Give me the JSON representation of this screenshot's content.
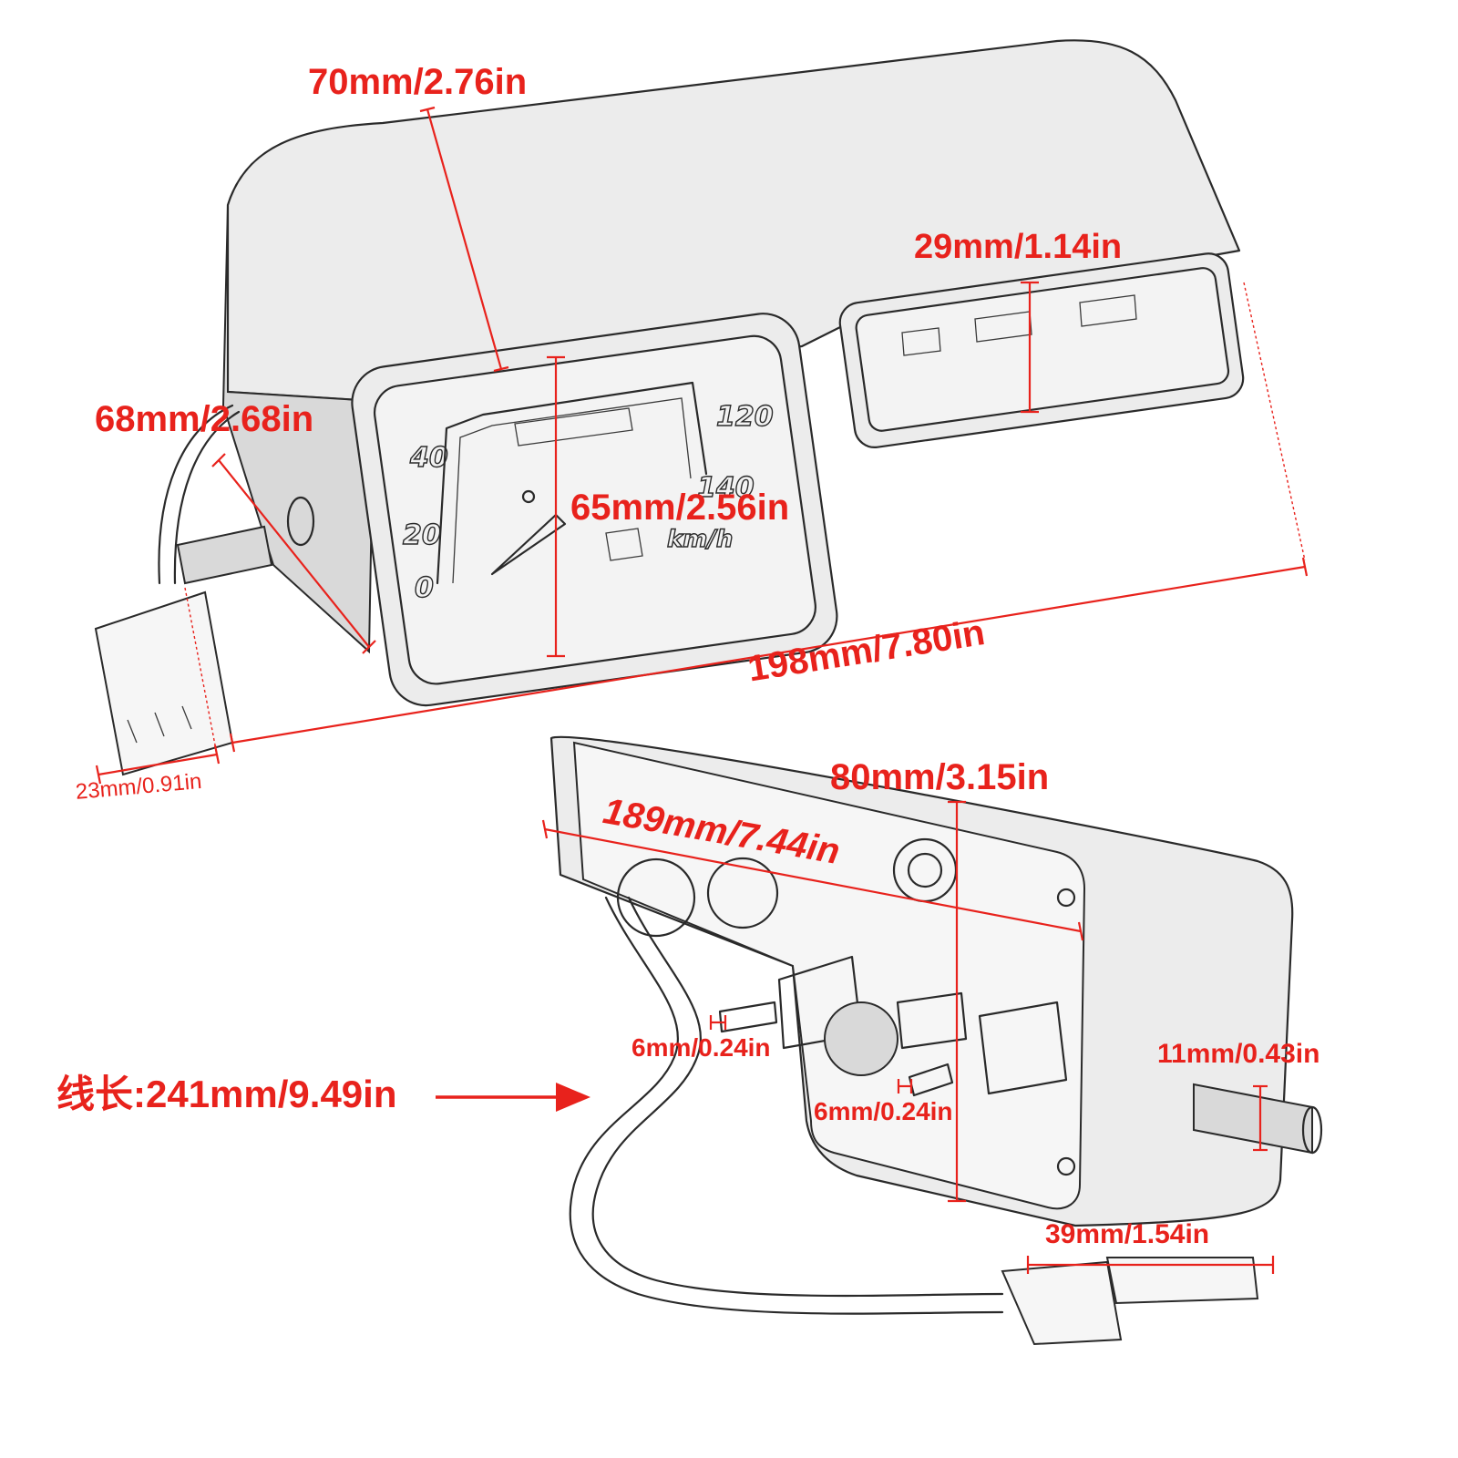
{
  "dimensions": {
    "top_depth": "70mm/2.76in",
    "indicator_height": "29mm/1.14in",
    "side_depth": "68mm/2.68in",
    "gauge_height": "65mm/2.56in",
    "total_width": "198mm/7.80in",
    "connector_width": "23mm/0.91in",
    "back_height": "80mm/3.15in",
    "back_width": "189mm/7.44in",
    "stud_left": "6mm/0.24in",
    "stud_right": "6mm/0.24in",
    "cable_drive": "11mm/0.43in",
    "plug_width": "39mm/1.54in",
    "wire_length": "线长:241mm/9.49in"
  },
  "gauge": {
    "ticks": [
      "0",
      "20",
      "40",
      "120",
      "140"
    ],
    "unit": "km/h"
  },
  "colors": {
    "accent": "#e8221c",
    "line": "#2a2a2a",
    "fill": "#ececec"
  },
  "icons": [
    "arrow-right-icon"
  ]
}
